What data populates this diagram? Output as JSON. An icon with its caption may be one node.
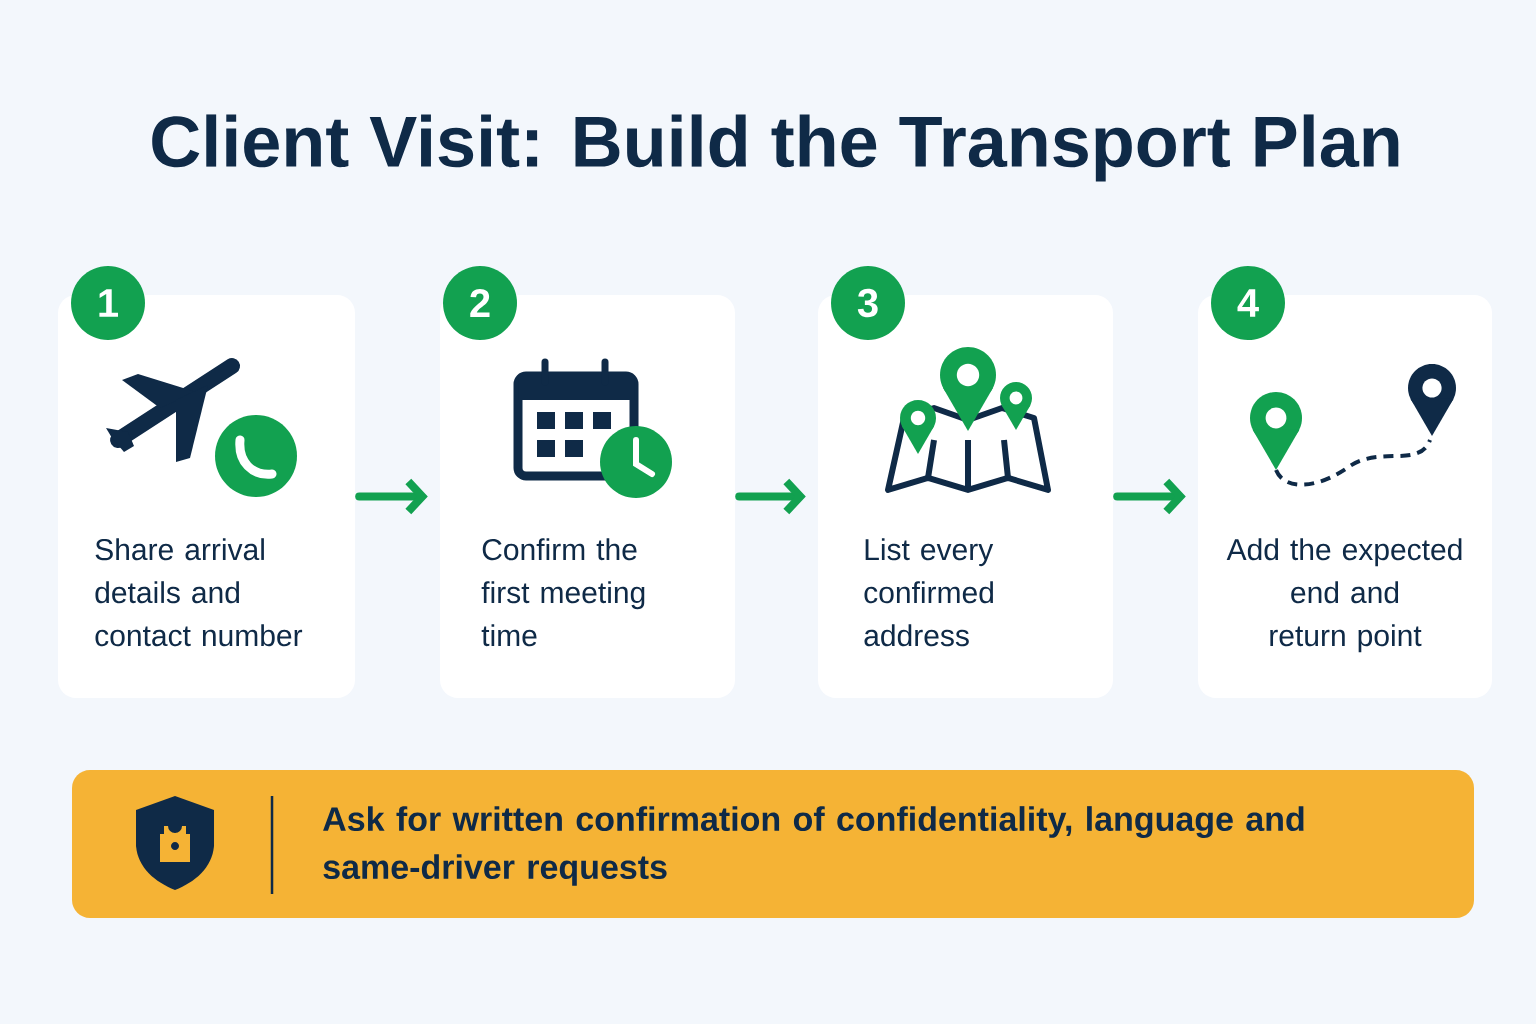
{
  "diagram": {
    "title": "Client Visit: Build the Transport Plan",
    "nodes": [
      {
        "text": [
          "1",
          "Share arrival details and contact number"
        ]
      },
      {
        "text": [
          "2",
          "Confirm the first meeting time"
        ]
      },
      {
        "text": [
          "3",
          "List every confirmed address"
        ]
      },
      {
        "text": [
          "4",
          "Add the expected end and return point"
        ]
      },
      {
        "text": [
          "Ask for written confirmation of confidentiality, language and same-driver requests"
        ]
      }
    ],
    "edges": [
      {
        "from": 0,
        "to": 1,
        "arrow": "to"
      },
      {
        "from": 1,
        "to": 2,
        "arrow": "to"
      },
      {
        "from": 2,
        "to": 3,
        "arrow": "to"
      }
    ]
  }
}
